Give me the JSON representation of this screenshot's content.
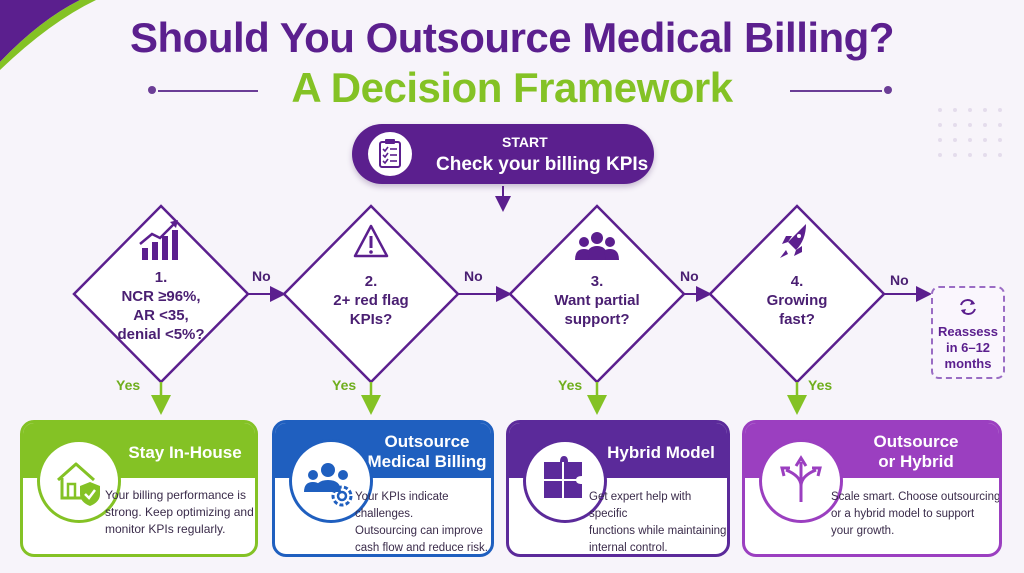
{
  "title": {
    "line1": "Should You Outsource Medical Billing?",
    "line2": "A Decision Framework"
  },
  "start": {
    "label": "START",
    "text": "Check your billing KPIs",
    "icon": "clipboard-checklist-icon"
  },
  "decisions": [
    {
      "number": "1.",
      "lines": [
        "NCR ≥96%,",
        "AR <35,",
        "denial <5%?"
      ],
      "icon": "bar-chart-growth-icon"
    },
    {
      "number": "2.",
      "lines": [
        "2+ red flag",
        "KPIs?"
      ],
      "icon": "warning-triangle-icon"
    },
    {
      "number": "3.",
      "lines": [
        "Want partial",
        "support?"
      ],
      "icon": "team-people-icon"
    },
    {
      "number": "4.",
      "lines": [
        "Growing",
        "fast?"
      ],
      "icon": "rocket-icon"
    }
  ],
  "edges": {
    "no": "No",
    "yes": "Yes"
  },
  "reassess": {
    "lines": [
      "Reassess",
      "in 6–12",
      "months"
    ],
    "icon": "refresh-cycle-icon"
  },
  "outcomes": [
    {
      "title": "Stay In-House",
      "body": [
        "Your billing performance is",
        "strong. Keep optimizing and",
        "monitor KPIs regularly."
      ],
      "icon": "house-shield-icon",
      "color": "#84c225"
    },
    {
      "title_lines": [
        "Outsource",
        "Medical Billing"
      ],
      "body": [
        "Your KPIs indicate challenges.",
        "Outsourcing can improve",
        "cash flow and reduce risk."
      ],
      "icon": "team-gear-icon",
      "color": "#1f5fbf"
    },
    {
      "title": "Hybrid Model",
      "body": [
        "Get expert help with specific",
        "functions while maintaining",
        "internal control."
      ],
      "icon": "puzzle-pieces-icon",
      "color": "#5b2a9a"
    },
    {
      "title_lines": [
        "Outsource",
        "or Hybrid"
      ],
      "body": [
        "Scale smart. Choose outsourcing",
        "or a hybrid model to support",
        "your growth."
      ],
      "icon": "branching-arrows-icon",
      "color": "#9b3fc0"
    }
  ],
  "colors": {
    "purple_dark": "#5b1f8e",
    "green": "#84c225",
    "blue": "#1f5fbf",
    "violet": "#9b3fc0"
  }
}
